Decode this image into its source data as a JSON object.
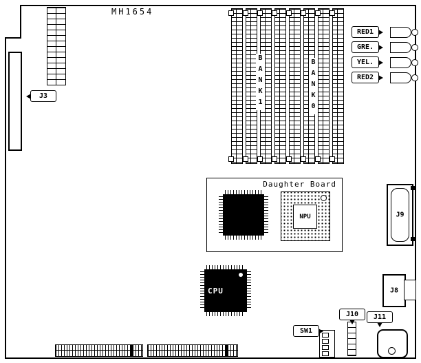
{
  "diagram": {
    "title": "MH1654",
    "daughter_board_label": "Daughter Board"
  },
  "components": {
    "j3": "J3",
    "j8": "J8",
    "j9": "J9",
    "j10": "J10",
    "j11": "J11",
    "sw1": "SW1",
    "cpu": "CPU",
    "npu": "NPU",
    "bank1": "BANK1",
    "bank0": "BANK0"
  },
  "leds": {
    "red1": "RED1",
    "gre": "GRE.",
    "yel": "YEL.",
    "red2": "RED2"
  },
  "memory": {
    "slot_count": 8
  }
}
